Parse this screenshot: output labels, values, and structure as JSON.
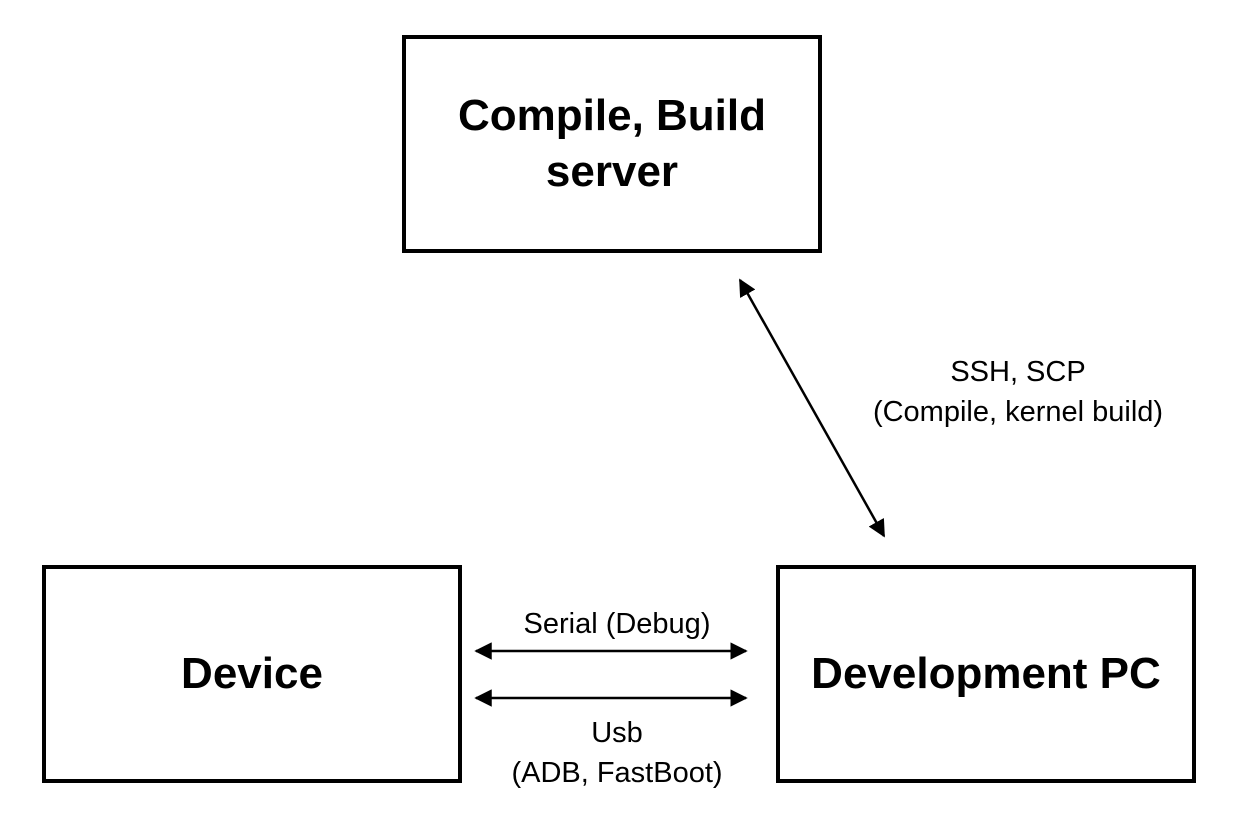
{
  "nodes": {
    "server": {
      "line1": "Compile, Build",
      "line2": "server"
    },
    "device": {
      "label": "Device"
    },
    "pc": {
      "label": "Development PC"
    }
  },
  "edges": {
    "ssh": {
      "line1": "SSH, SCP",
      "line2": "(Compile, kernel build)"
    },
    "serial": {
      "label": "Serial (Debug)"
    },
    "usb": {
      "line1": "Usb",
      "line2": "(ADB, FastBoot)"
    }
  },
  "colors": {
    "stroke": "#000000",
    "background": "#ffffff"
  }
}
